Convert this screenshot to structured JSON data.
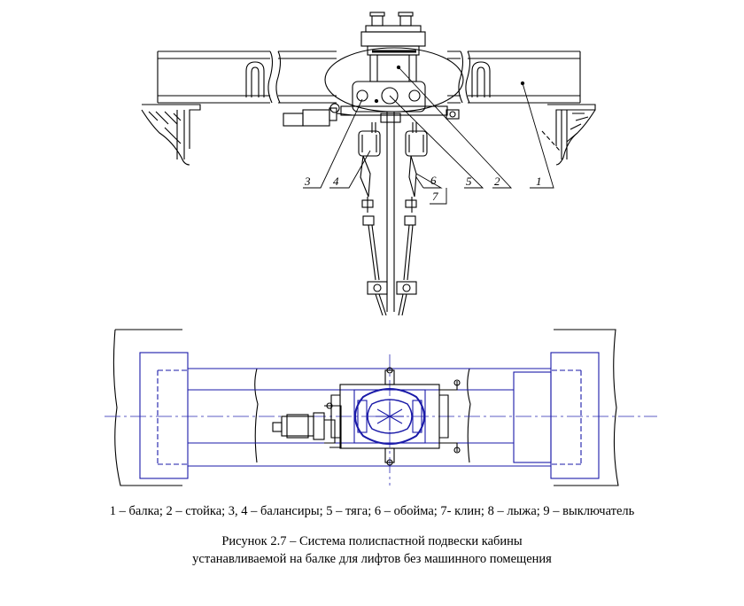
{
  "callouts": {
    "n1": "1",
    "n2": "2",
    "n3": "3",
    "n4": "4",
    "n5": "5",
    "n6": "6",
    "n7": "7"
  },
  "legend": "1 – балка; 2 – стойка; 3, 4 – балансиры; 5 – тяга; 6 – обойма; 7- клин; 8 – лыжа; 9 – выключатель",
  "caption": {
    "line1": "Рисунок 2.7 – Система полиспастной подвески кабины",
    "line2": "устанавливаемой на балке для лифтов без машинного помещения"
  },
  "colors": {
    "ink": "#000000",
    "frame": "#1a1aa8",
    "center_line": "#2a2ab4"
  }
}
